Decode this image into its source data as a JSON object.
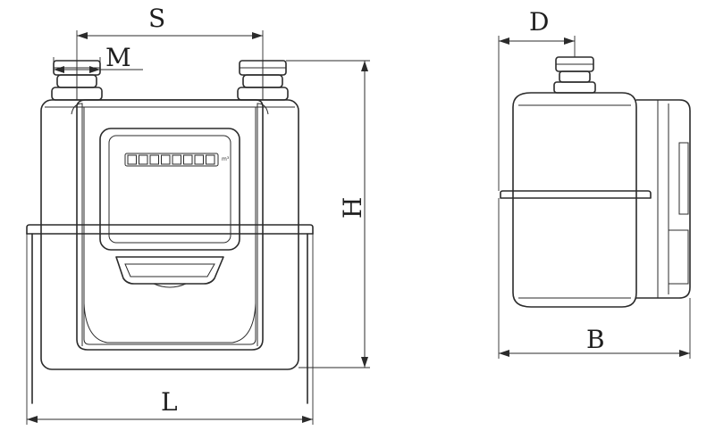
{
  "labels": {
    "S": "S",
    "M": "M",
    "H": "H",
    "L": "L",
    "D": "D",
    "B": "B"
  },
  "counter": {
    "digits": [
      "",
      "",
      "",
      "",
      "",
      "",
      "",
      ""
    ],
    "unit": "m³"
  },
  "colors": {
    "line": "#2b2b2b",
    "background": "#ffffff"
  }
}
